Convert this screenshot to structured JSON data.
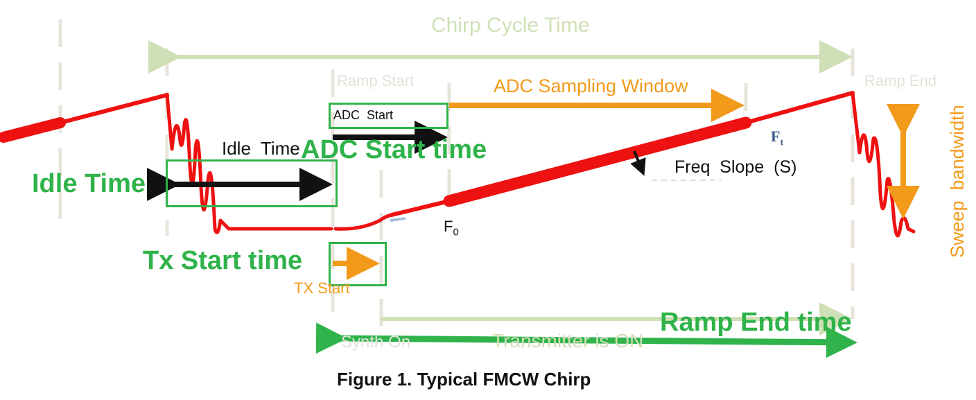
{
  "title": "Chirp Cycle Time",
  "labels": {
    "ramp_start": "Ramp Start",
    "ramp_end": "Ramp End",
    "adc_sampling_window": "ADC Sampling Window",
    "adc_start": "ADC  Start",
    "idle_time_inner": "Idle  Time",
    "adc_start_time": "ADC Start time",
    "idle_time": "Idle Time",
    "freq_slope": "Freq  Slope  (S)",
    "f_t_main": "F",
    "f_t_sub": "t",
    "f_0_main": "F",
    "f_0_sub": "0",
    "tx_start_time": "Tx Start time",
    "tx_start": "TX Start",
    "sweep_bandwidth": "Sweep  bandwidth",
    "synth_on": "Synth On",
    "transmitter_on": "Transmitter is ON",
    "ramp_end_time": "Ramp End time"
  },
  "caption": "Figure 1. Typical FMCW Chirp",
  "colors": {
    "signal": "#ee1111",
    "orange": "#f29a1a",
    "green": "#2fb34a",
    "faint_green": "#cfe0b7",
    "faint_gray": "#e6e1d8",
    "black": "#111111"
  }
}
